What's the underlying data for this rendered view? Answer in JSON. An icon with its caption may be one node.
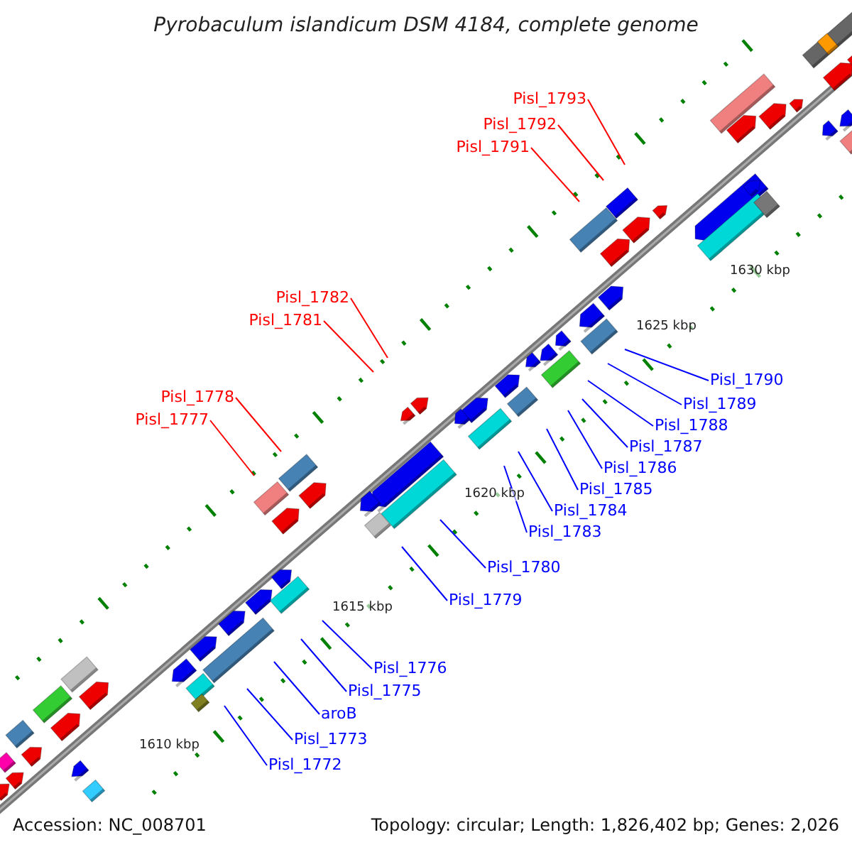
{
  "diagram": {
    "title": "Pyrobaculum islandicum DSM 4184, complete genome",
    "nodes": [
      {
        "text": [
          "Pisl_1793"
        ]
      },
      {
        "text": [
          "Pisl_1792"
        ]
      },
      {
        "text": [
          "Pisl_1791"
        ]
      },
      {
        "text": [
          "Pisl_1782"
        ]
      },
      {
        "text": [
          "Pisl_1781"
        ]
      },
      {
        "text": [
          "Pisl_1790"
        ]
      },
      {
        "text": [
          "Pisl_1789"
        ]
      },
      {
        "text": [
          "Pisl_1778"
        ]
      },
      {
        "text": [
          "Pisl_1788"
        ]
      },
      {
        "text": [
          "Pisl_1777"
        ]
      },
      {
        "text": [
          "Pisl_1787"
        ]
      },
      {
        "text": [
          "Pisl_1786"
        ]
      },
      {
        "text": [
          "Pisl_1785"
        ]
      },
      {
        "text": [
          "Pisl_1784"
        ]
      },
      {
        "text": [
          "Pisl_1783"
        ]
      },
      {
        "text": [
          "Pisl_1780"
        ]
      },
      {
        "text": [
          "Pisl_1779"
        ]
      },
      {
        "text": [
          "Pisl_1776"
        ]
      },
      {
        "text": [
          "Pisl_1775"
        ]
      },
      {
        "text": [
          "aroB"
        ]
      },
      {
        "text": [
          "Pisl_1773"
        ]
      },
      {
        "text": [
          "Pisl_1772"
        ]
      }
    ],
    "edges": [
      {
        "from": 0,
        "to": null,
        "arrow": "none",
        "color": "#ff0000"
      },
      {
        "from": 1,
        "to": null,
        "arrow": "none",
        "color": "#ff0000"
      },
      {
        "from": 2,
        "to": null,
        "arrow": "none",
        "color": "#ff0000"
      },
      {
        "from": 3,
        "to": null,
        "arrow": "none",
        "color": "#ff0000"
      },
      {
        "from": 4,
        "to": null,
        "arrow": "none",
        "color": "#ff0000"
      },
      {
        "from": 5,
        "to": null,
        "arrow": "none"
      },
      {
        "from": 6,
        "to": null,
        "arrow": "none"
      },
      {
        "from": 7,
        "to": null,
        "arrow": "none",
        "color": "#ff0000"
      },
      {
        "from": 8,
        "to": null,
        "arrow": "none"
      },
      {
        "from": 9,
        "to": null,
        "arrow": "none",
        "color": "#ff0000"
      },
      {
        "from": 10,
        "to": null,
        "arrow": "none"
      },
      {
        "from": 11,
        "to": null,
        "arrow": "none"
      },
      {
        "from": 12,
        "to": null,
        "arrow": "none"
      },
      {
        "from": 13,
        "to": null,
        "arrow": "none"
      },
      {
        "from": 14,
        "to": null,
        "arrow": "none"
      },
      {
        "from": 15,
        "to": null,
        "arrow": "none"
      },
      {
        "from": 16,
        "to": null,
        "arrow": "none"
      },
      {
        "from": 17,
        "to": null,
        "arrow": "none"
      },
      {
        "from": 18,
        "to": null,
        "arrow": "none"
      },
      {
        "from": 19,
        "to": null,
        "arrow": "none"
      },
      {
        "from": 20,
        "to": null,
        "arrow": "none"
      },
      {
        "from": 21,
        "to": null,
        "arrow": "none"
      }
    ],
    "labels": [
      "1630 kbp",
      "1625 kbp",
      "1620 kbp",
      "1615 kbp",
      "1610 kbp",
      "Accession: NC_008701",
      "Topology: circular; Length: 1,826,402 bp; Genes: 2,026"
    ]
  }
}
